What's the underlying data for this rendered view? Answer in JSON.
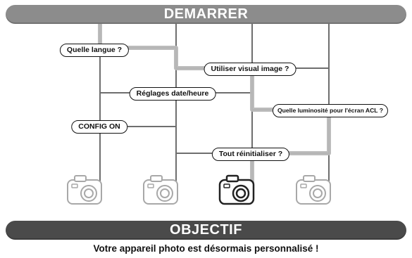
{
  "start_banner": "DEMARRER",
  "goal_banner": "OBJECTIF",
  "steps": {
    "language": "Quelle langue ?",
    "visual_image": "Utiliser visual image ?",
    "date_time": "Réglages date/heure",
    "lcd_brightness": "Quelle luminosité pour l'écran ACL ?",
    "config_on": "CONFIG ON",
    "reset_all": "Tout réinitialiser ?"
  },
  "caption": "Votre appareil photo est désormais personnalisé !",
  "cameras": [
    {
      "highlighted": false
    },
    {
      "highlighted": false
    },
    {
      "highlighted": true
    },
    {
      "highlighted": false
    }
  ],
  "colors": {
    "start_banner": "#8c8c8c",
    "goal_banner": "#4a4a4a",
    "vertical_line": "#6e6e6e",
    "highlight_path": "#b8b8b8",
    "camera_normal": "#a8a8a8",
    "camera_selected": "#222222",
    "text": "#111111"
  }
}
